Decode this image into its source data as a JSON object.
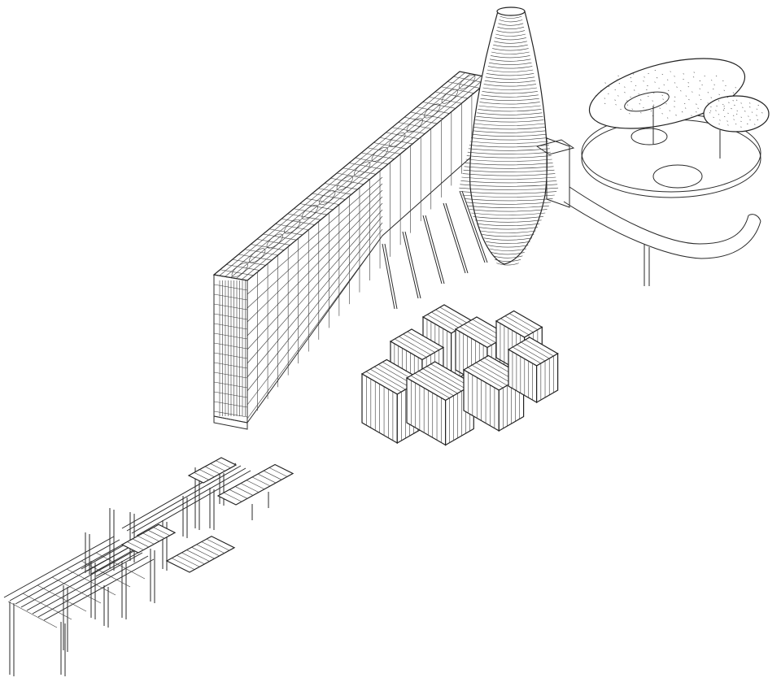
{
  "figure": {
    "kind": "axonometric exploded drawing",
    "background": "#ffffff",
    "line_color": "#2a2a2a",
    "components": [
      {
        "name": "gallery-bridge"
      },
      {
        "name": "conical-tower"
      },
      {
        "name": "oval-canopy-platform"
      },
      {
        "name": "spiral-slide"
      },
      {
        "name": "stacked-box-module"
      },
      {
        "name": "timber-deck-frame"
      }
    ]
  }
}
